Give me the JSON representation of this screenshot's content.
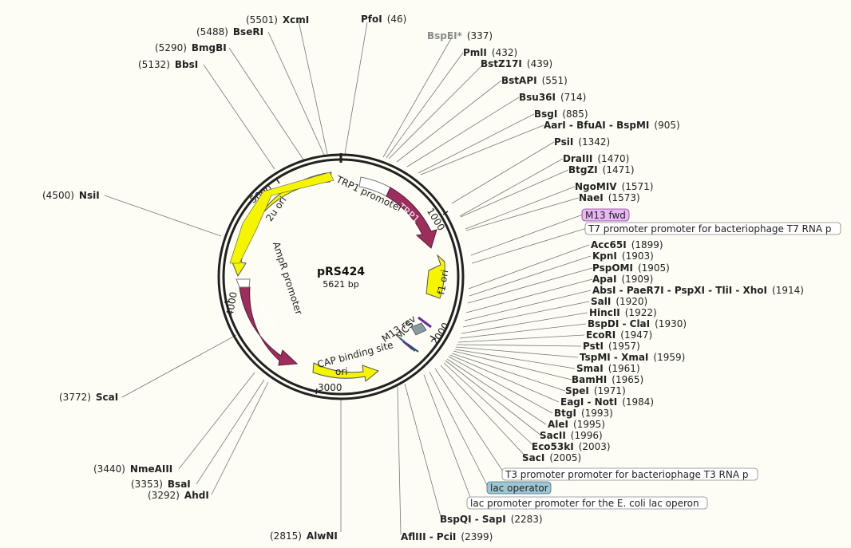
{
  "plasmid": {
    "name": "pRS424",
    "size": "5621 bp"
  },
  "ticks": [
    "1000",
    "2000",
    "3000",
    "4000",
    "5000"
  ],
  "left_sites": [
    {
      "pos": "(5501)",
      "name": "XcmI"
    },
    {
      "pos": "(5488)",
      "name": "BseRI"
    },
    {
      "pos": "(5290)",
      "name": "BmgBI"
    },
    {
      "pos": "(5132)",
      "name": "BbsI"
    },
    {
      "pos": "(4500)",
      "name": "NsiI"
    },
    {
      "pos": "(3772)",
      "name": "ScaI"
    },
    {
      "pos": "(3440)",
      "name": "NmeAIII"
    },
    {
      "pos": "(3353)",
      "name": "BsaI"
    },
    {
      "pos": "(3292)",
      "name": "AhdI"
    },
    {
      "pos": "(2815)",
      "name": "AlwNI"
    }
  ],
  "right_sites": [
    {
      "name": "PfoI",
      "pos": "(46)"
    },
    {
      "name": "BspEI*",
      "pos": "(337)"
    },
    {
      "name": "PmlI",
      "pos": "(432)"
    },
    {
      "name": "BstZ17I",
      "pos": "(439)"
    },
    {
      "name": "BstAPI",
      "pos": "(551)"
    },
    {
      "name": "Bsu36I",
      "pos": "(714)"
    },
    {
      "name": "BsgI",
      "pos": "(885)"
    },
    {
      "name": "AarI - BfuAI - BspMI",
      "pos": "(905)"
    },
    {
      "name": "PsiI",
      "pos": "(1342)"
    },
    {
      "name": "DraIII",
      "pos": "(1470)"
    },
    {
      "name": "BtgZI",
      "pos": "(1471)"
    },
    {
      "name": "NgoMIV",
      "pos": "(1571)"
    },
    {
      "name": "NaeI",
      "pos": "(1573)"
    },
    {
      "name": "Acc65I",
      "pos": "(1899)"
    },
    {
      "name": "KpnI",
      "pos": "(1903)"
    },
    {
      "name": "PspOMI",
      "pos": "(1905)"
    },
    {
      "name": "ApaI",
      "pos": "(1909)"
    },
    {
      "name": "AbsI - PaeR7I - PspXI - TliI - XhoI",
      "pos": "(1914)"
    },
    {
      "name": "SalI",
      "pos": "(1920)"
    },
    {
      "name": "HincII",
      "pos": "(1922)"
    },
    {
      "name": "BspDI - ClaI",
      "pos": "(1930)"
    },
    {
      "name": "EcoRI",
      "pos": "(1947)"
    },
    {
      "name": "PstI",
      "pos": "(1957)"
    },
    {
      "name": "TspMI - XmaI",
      "pos": "(1959)"
    },
    {
      "name": "SmaI",
      "pos": "(1961)"
    },
    {
      "name": "BamHI",
      "pos": "(1965)"
    },
    {
      "name": "SpeI",
      "pos": "(1971)"
    },
    {
      "name": "EagI - NotI",
      "pos": "(1984)"
    },
    {
      "name": "BtgI",
      "pos": "(1993)"
    },
    {
      "name": "AleI",
      "pos": "(1995)"
    },
    {
      "name": "SacII",
      "pos": "(1996)"
    },
    {
      "name": "Eco53kI",
      "pos": "(2003)"
    },
    {
      "name": "SacI",
      "pos": "(2005)"
    },
    {
      "name": "BspQI - SapI",
      "pos": "(2283)"
    },
    {
      "name": "AflIII - PciI",
      "pos": "(2399)"
    }
  ],
  "boxed": {
    "m13fwd": "M13 fwd",
    "t7": "T7 promoter promoter for bacteriophage T7 RNA p",
    "t3": "T3 promoter promoter for bacteriophage T3 RNA p",
    "lacop": "lac operator",
    "lacprom": "lac promoter promoter for the E. coli lac operon"
  },
  "features": {
    "trp1": "TRP1",
    "trp1_promoter": "TRP1 promoter",
    "f1ori": "f1 ori",
    "ori": "ori",
    "cap": "CAP binding site",
    "ampr": "AmpR",
    "ampr_promoter": "AmpR promoter",
    "twou": "2u ori",
    "m13rev": "M13 rev",
    "mcs": "MCS"
  },
  "colors": {
    "yellow": "#f5f500",
    "maroon": "#9b2e5c",
    "m13fwd_bg": "#e9b7f4",
    "lacop_bg": "#9fc7d3",
    "ring": "#222222"
  }
}
